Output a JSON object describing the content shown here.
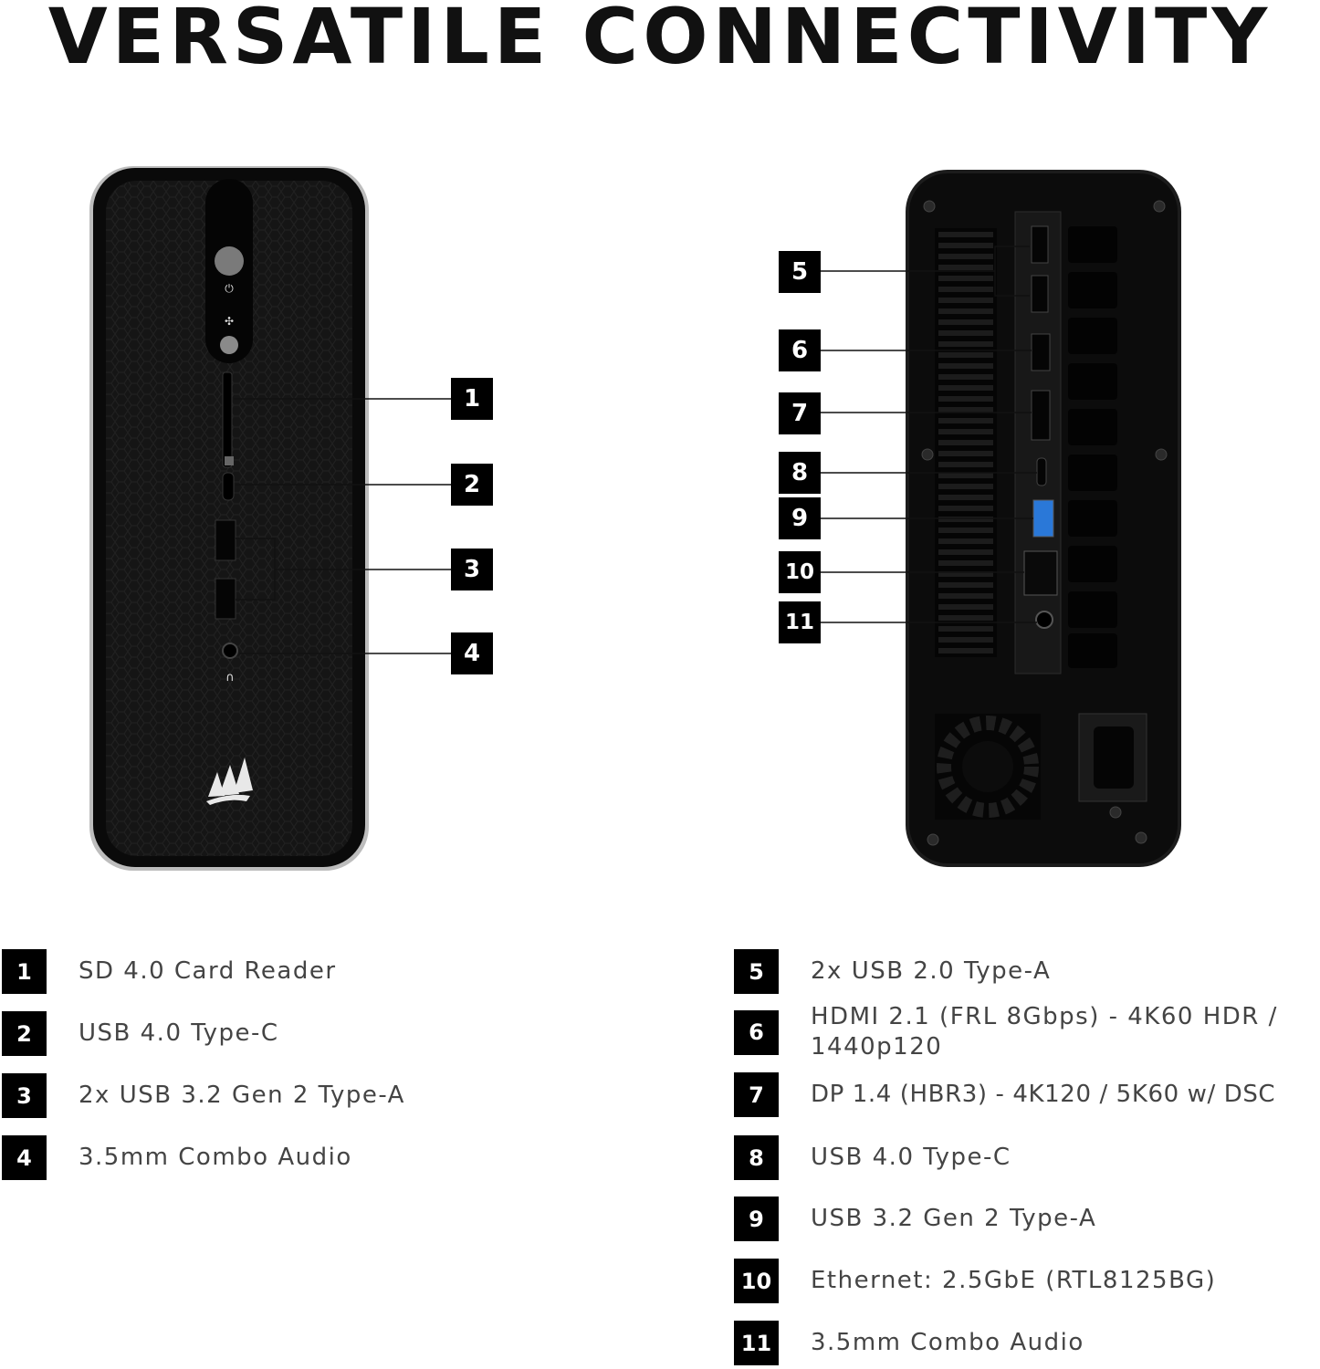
{
  "title": "VERSATILE CONNECTIVITY",
  "front_callouts": [
    "1",
    "2",
    "3",
    "4"
  ],
  "rear_callouts": [
    "5",
    "6",
    "7",
    "8",
    "9",
    "10",
    "11"
  ],
  "legend_left": [
    {
      "num": "1",
      "label": "SD 4.0 Card Reader"
    },
    {
      "num": "2",
      "label": "USB 4.0 Type-C"
    },
    {
      "num": "3",
      "label": "2x USB 3.2 Gen 2 Type-A"
    },
    {
      "num": "4",
      "label": "3.5mm Combo Audio"
    }
  ],
  "legend_right": [
    {
      "num": "5",
      "label": "2x USB 2.0 Type-A"
    },
    {
      "num": "6",
      "label": "HDMI 2.1 (FRL 8Gbps) - 4K60 HDR / 1440p120"
    },
    {
      "num": "7",
      "label": "DP 1.4 (HBR3) - 4K120 / 5K60 w/ DSC"
    },
    {
      "num": "8",
      "label": "USB 4.0 Type-C"
    },
    {
      "num": "9",
      "label": "USB 3.2 Gen 2 Type-A"
    },
    {
      "num": "10",
      "label": "Ethernet: 2.5GbE (RTL8125BG)"
    },
    {
      "num": "11",
      "label": "3.5mm Combo Audio"
    }
  ],
  "colors": {
    "panel": "#0d0d0d",
    "badge": "#000000",
    "usb3_port": "#2a78d8",
    "legend_text": "#444444"
  }
}
